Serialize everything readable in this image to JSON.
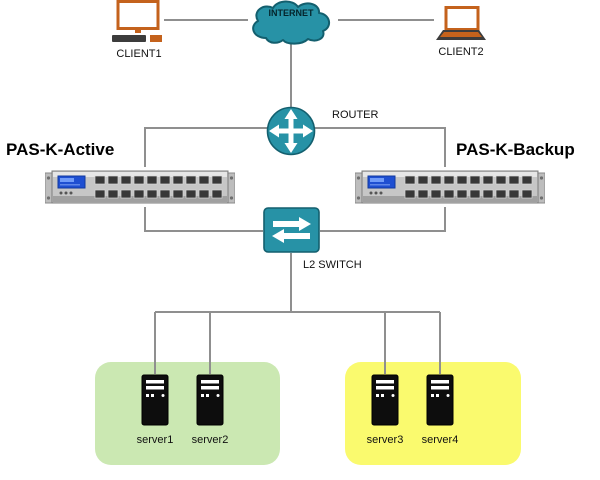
{
  "labels": {
    "client1": "CLIENT1",
    "client2": "CLIENT2",
    "internet": "INTERNET",
    "router": "ROUTER",
    "pask_active": "PAS-K-Active",
    "pask_backup": "PAS-K-Backup",
    "l2_switch": "L2 SWITCH",
    "server1": "server1",
    "server2": "server2",
    "server3": "server3",
    "server4": "server4"
  },
  "colors": {
    "teal": "#2792a6",
    "teal_dark": "#135f6e",
    "orange": "#c4621c",
    "line": "#8f8f8f",
    "zone_green": "#cbe8b2",
    "zone_yellow": "#fafa6e",
    "label": "#111111"
  }
}
